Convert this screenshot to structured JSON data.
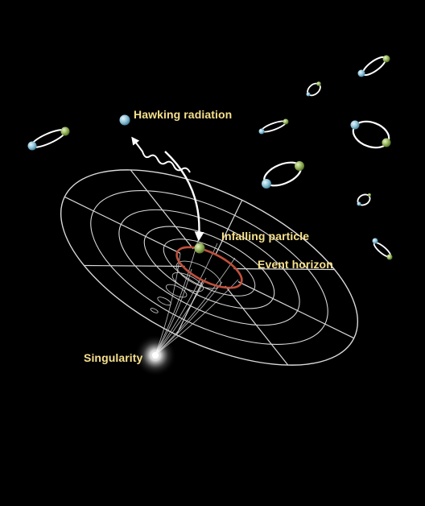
{
  "labels": {
    "hawking_radiation": "Hawking radiation",
    "infalling_particle": "Infalling particle",
    "event_horizon": "Event horizon",
    "singularity": "Singularity"
  },
  "colors": {
    "background": "#000000",
    "label_text": "#f6e08c",
    "grid": "#d9d9d9",
    "event_horizon": "#c0503c",
    "particle_blue": "#8ec3d8",
    "particle_green": "#8fae57",
    "orbit": "#ffffff",
    "singularity_glow": "#ffffff"
  }
}
